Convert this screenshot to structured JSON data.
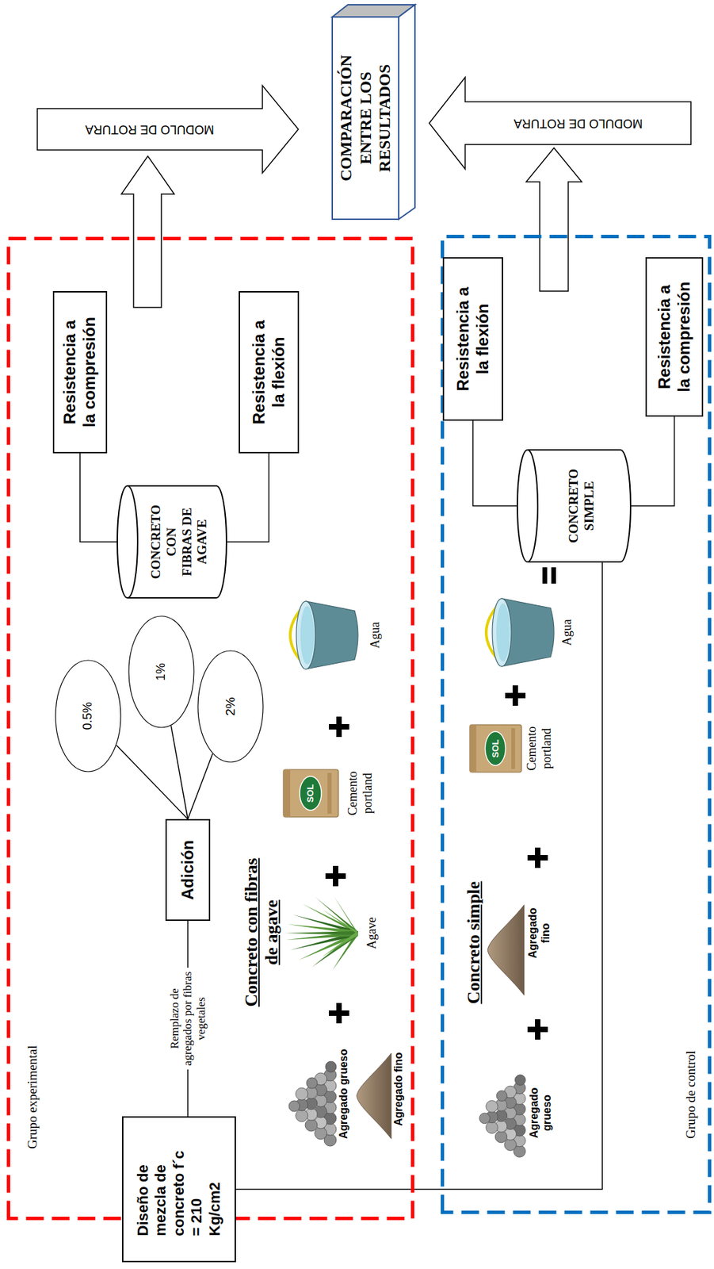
{
  "diagram": {
    "nodes": [
      {
        "text": [
          "Diseño de mezcla de concreto f´c = 210 Kg/cm2"
        ]
      },
      {
        "text": [
          "Grupo experimental"
        ]
      },
      {
        "text": [
          "Adición"
        ],
        "in": 1
      },
      {
        "text": [
          "0.5%"
        ],
        "in": 1
      },
      {
        "text": [
          "1%"
        ],
        "in": 1
      },
      {
        "text": [
          "2%"
        ],
        "in": 1
      },
      {
        "text": [
          "CONCRETO CON FIBRAS DE AGAVE"
        ],
        "in": 1
      },
      {
        "text": [
          "Resistencia a la compresión"
        ],
        "in": 1
      },
      {
        "text": [
          "Resistencia a la flexión"
        ],
        "in": 1
      },
      {
        "text": [
          "Grupo de control"
        ]
      },
      {
        "text": [
          "CONCRETO SIMPLE"
        ],
        "in": 9
      },
      {
        "text": [
          "Resistencia a la flexión"
        ],
        "in": 9
      },
      {
        "text": [
          "Resistencia a la compresión"
        ],
        "in": 9
      },
      {
        "text": [
          "MODULO DE ROTURA"
        ]
      },
      {
        "text": [
          "MODULO DE ROTURA"
        ]
      },
      {
        "text": [
          "COMPARACIÓN ENTRE LOS RESULTADOS"
        ]
      }
    ],
    "edges": [
      {
        "from": 0,
        "to": 2,
        "arrow": "none",
        "label": "Remplazo de agregados por fibras vegetales"
      },
      {
        "from": 2,
        "to": 3,
        "arrow": "none"
      },
      {
        "from": 2,
        "to": 4,
        "arrow": "none"
      },
      {
        "from": 2,
        "to": 5,
        "arrow": "none"
      },
      {
        "from": 6,
        "to": 7,
        "arrow": "none"
      },
      {
        "from": 6,
        "to": 8,
        "arrow": "none"
      },
      {
        "from": 0,
        "to": 10,
        "arrow": "none"
      },
      {
        "from": 10,
        "to": 11,
        "arrow": "none"
      },
      {
        "from": 10,
        "to": 12,
        "arrow": "none"
      }
    ],
    "labels": [
      "Concreto con fibras de agave",
      "Agregado grueso",
      "Agregado fino",
      "Agave",
      "SOL",
      "Cemento portland",
      "Agua",
      "Concreto simple",
      "Agregado grueso",
      "Agregado fino",
      "SOL",
      "Cemento portland",
      "Agua"
    ]
  }
}
